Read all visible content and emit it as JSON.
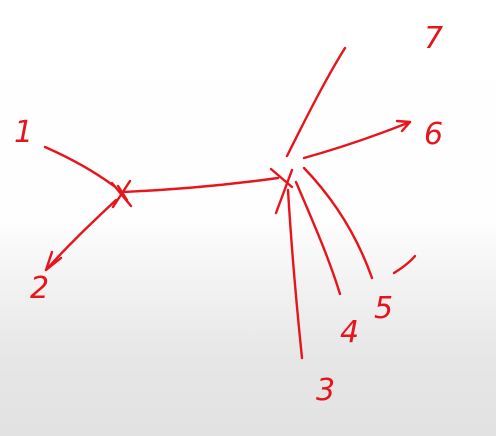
{
  "colors": {
    "ink": "#e8141b"
  },
  "diagram": {
    "labels": [
      {
        "id": "label-1",
        "text": "1"
      },
      {
        "id": "label-2",
        "text": "2"
      },
      {
        "id": "label-3",
        "text": "3"
      },
      {
        "id": "label-4",
        "text": "4"
      },
      {
        "id": "label-5",
        "text": "5"
      },
      {
        "id": "label-6",
        "text": "6"
      },
      {
        "id": "label-7",
        "text": "7"
      }
    ]
  }
}
